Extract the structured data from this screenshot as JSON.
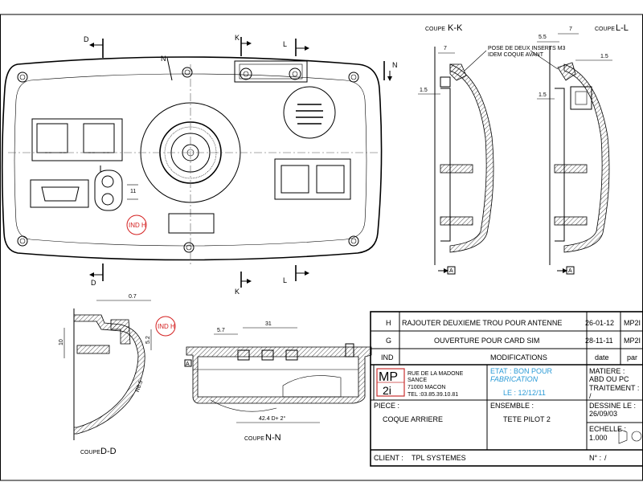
{
  "section_labels": {
    "kk_prefix": "COUPE",
    "kk_name": "K-K",
    "ll_prefix": "COUPE",
    "ll_name": "L-L",
    "dd_prefix": "COUPE",
    "dd_name": "D-D",
    "nn_prefix": "COUPE",
    "nn_name": "N-N"
  },
  "cut_markers": {
    "d": "D",
    "k": "K",
    "l": "L",
    "n": "N"
  },
  "dimensions": {
    "front_11": "11",
    "kk_7": "7",
    "kk_1_5": "1.5",
    "ll_5_5": "5.5",
    "ll_7": "7",
    "ll_1_5_a": "1.5",
    "ll_1_5_b": "1.5",
    "datum_a": "A",
    "dd_0_7": "0.7",
    "dd_10": "10",
    "dd_5_2": "5.2",
    "dd_r6_5": "R6.5",
    "nn_5_7": "5.7",
    "nn_31": "31",
    "nn_42": "42.4 D+ 2°"
  },
  "annotations": {
    "inserts_line1": "POSE DE DEUX INSERTS M3",
    "inserts_line2": "IDEM COQUE AVANT",
    "ind_h_a": "IND H",
    "ind_h_b": "IND H"
  },
  "title_block": {
    "revisions": [
      {
        "ind": "H",
        "desc": "RAJOUTER DEUXIEME TROU POUR ANTENNE",
        "date": "26-01-12",
        "by": "MP2I"
      },
      {
        "ind": "G",
        "desc": "OUVERTURE POUR CARD SIM",
        "date": "28-11-11",
        "by": "MP2I"
      }
    ],
    "header": {
      "ind": "IND",
      "modifications": "MODIFICATIONS",
      "date": "date",
      "par": "par"
    },
    "logo_top": "MP",
    "logo_bottom": "2i",
    "address": [
      "RUE DE LA MADONE",
      "SANCE",
      "71000  MACON",
      "TEL :03.85.39.10.81"
    ],
    "etat_line1": "ETAT : BON POUR",
    "etat_line2": "FABRICATION",
    "etat_date": "LE : 12/12/11",
    "matiere_label": "MATIERE :",
    "matiere_value": "ABD OU PC",
    "traitement_label": "TRAITEMENT :",
    "traitement_value": "/",
    "piece_label": "PIECE :",
    "piece_value": "COQUE ARRIERE",
    "ensemble_label": "ENSEMBLE :",
    "ensemble_value": "TETE PILOT 2",
    "dessine_label": "DESSINE LE :",
    "dessine_value": "26/09/03",
    "echelle_label": "ECHELLE :",
    "echelle_value": "1.000",
    "client_label": "CLIENT :",
    "client_value": "TPL SYSTEMES",
    "numero_label": "N° :",
    "numero_value": "/"
  },
  "colors": {
    "line": "#000000",
    "etat_text": "#2a9ad6",
    "revision_mark": "#d42020"
  }
}
